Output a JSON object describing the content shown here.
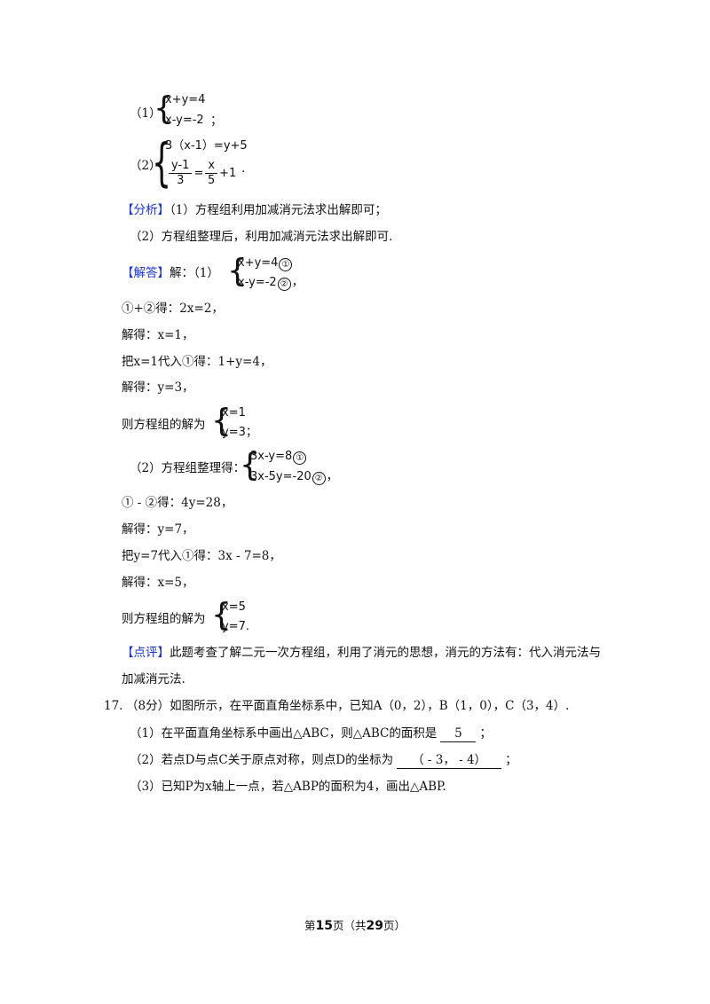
{
  "problem1": {
    "label": "（1）",
    "eq_a": "x+y=4",
    "eq_b": "x-y=-2",
    "end": "；"
  },
  "problem2": {
    "label": "（2）",
    "eq_a": "3（x-1）=y+5",
    "frac1_num": "y-1",
    "frac1_den": "3",
    "eq_sign": "=",
    "frac2_num": "x",
    "frac2_den": "5",
    "tail": "+1",
    "end": "."
  },
  "analysis": {
    "tag": "【分析】",
    "line1": "（1）方程组利用加减消元法求出解即可；",
    "line2": "（2）方程组整理后，利用加减消元法求出解即可."
  },
  "answer": {
    "tag": "【解答】",
    "intro": "解：（1）",
    "sys1_a": "x+y=4",
    "sys1_b": "x-y=-2",
    "c1": "①",
    "c2": "②",
    "comma": "，",
    "step1": "①+②得：2x=2，",
    "step2": "解得：x=1，",
    "step3": "把x=1代入①得：1+y=4，",
    "step4": "解得：y=3，",
    "res1_prefix": "则方程组的解为",
    "res1_a": "x=1",
    "res1_b": "y=3",
    "res1_end": "；",
    "part2_prefix": "（2）方程组整理得：",
    "sys2_a": "3x-y=8",
    "sys2_b": "3x-5y=-20",
    "step5": "① - ②得：4y=28，",
    "step6": "解得：y=7，",
    "step7": "把y=7代入①得：3x - 7=8，",
    "step8": "解得：x=5，",
    "res2_prefix": "则方程组的解为",
    "res2_a": "x=5",
    "res2_b": "y=7",
    "res2_end": "."
  },
  "comment": {
    "tag": "【点评】",
    "line1": "此题考查了解二元一次方程组，利用了消元的思想，消元的方法有：代入消元法与",
    "line2": "加减消元法."
  },
  "q17": {
    "number": "17.",
    "stem": "（8分）如图所示，在平面直角坐标系中，已知A（0，2），B（1，0），C（3，4）.",
    "p1_pre": "（1）在平面直角坐标系中画出△ABC，则△ABC的面积是",
    "p1_ans": "5",
    "p1_end": "；",
    "p2_pre": "（2）若点D与点C关于原点对称，则点D的坐标为",
    "p2_ans": "（ - 3， - 4）",
    "p2_end": "；",
    "p3": "（3）已知P为x轴上一点，若△ABP的面积为4，画出△ABP."
  },
  "footer": {
    "pre": "第",
    "page": "15",
    "mid": "页（共",
    "total": "29",
    "post": "页）"
  }
}
